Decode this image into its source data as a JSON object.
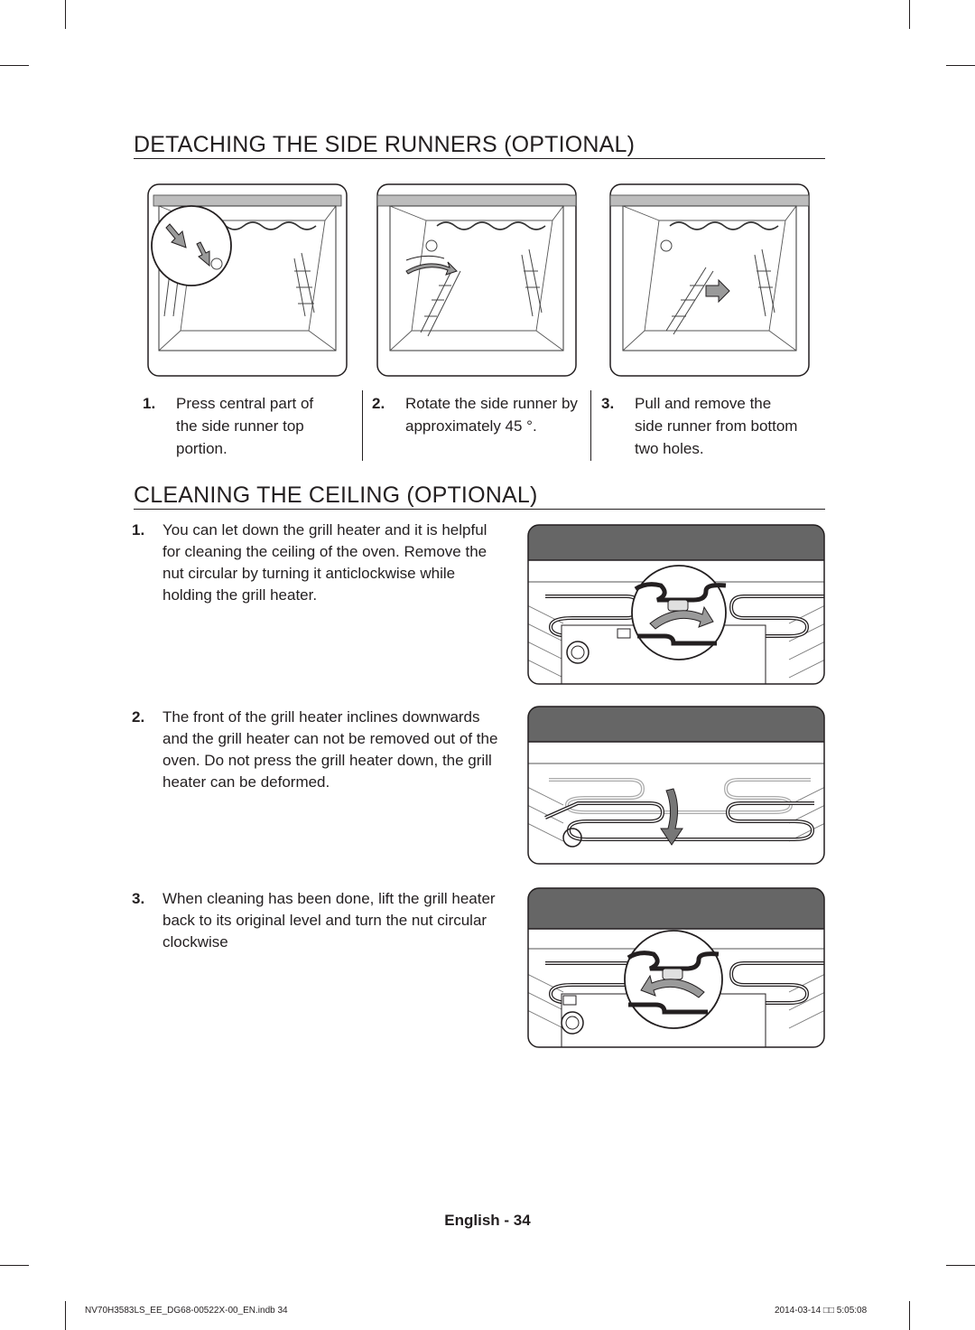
{
  "sections": {
    "side_runners": {
      "title": "DETACHING THE SIDE RUNNERS (OPTIONAL)",
      "steps": [
        {
          "num": "1.",
          "text": "Press central part of the side runner top portion."
        },
        {
          "num": "2.",
          "text": "Rotate the side runner by approximately 45 °."
        },
        {
          "num": "3.",
          "text": "Pull and remove the side runner from bottom two holes."
        }
      ]
    },
    "ceiling": {
      "title": "CLEANING THE CEILING (OPTIONAL)",
      "steps": [
        {
          "num": "1.",
          "text": "You can let down the grill heater and it is helpful for cleaning the ceiling of the oven. Remove the nut circular by turning it anticlockwise while holding the grill heater."
        },
        {
          "num": "2.",
          "text": "The front of the grill heater inclines downwards and the grill heater can not be removed out of the oven. Do not press the grill heater down, the grill heater can be deformed."
        },
        {
          "num": "3.",
          "text": "When cleaning has been done, lift the grill heater back to its original level and turn the nut circular clockwise"
        }
      ]
    }
  },
  "footer": {
    "language_page": "English - 34",
    "file_name": "NV70H3583LS_EE_DG68-00522X-00_EN.indb   34",
    "date_time": "2014-03-14   □□ 5:05:08"
  },
  "colors": {
    "text": "#231f20",
    "panel_dark": "#666666",
    "arrow_fill": "#9a9a9a"
  }
}
